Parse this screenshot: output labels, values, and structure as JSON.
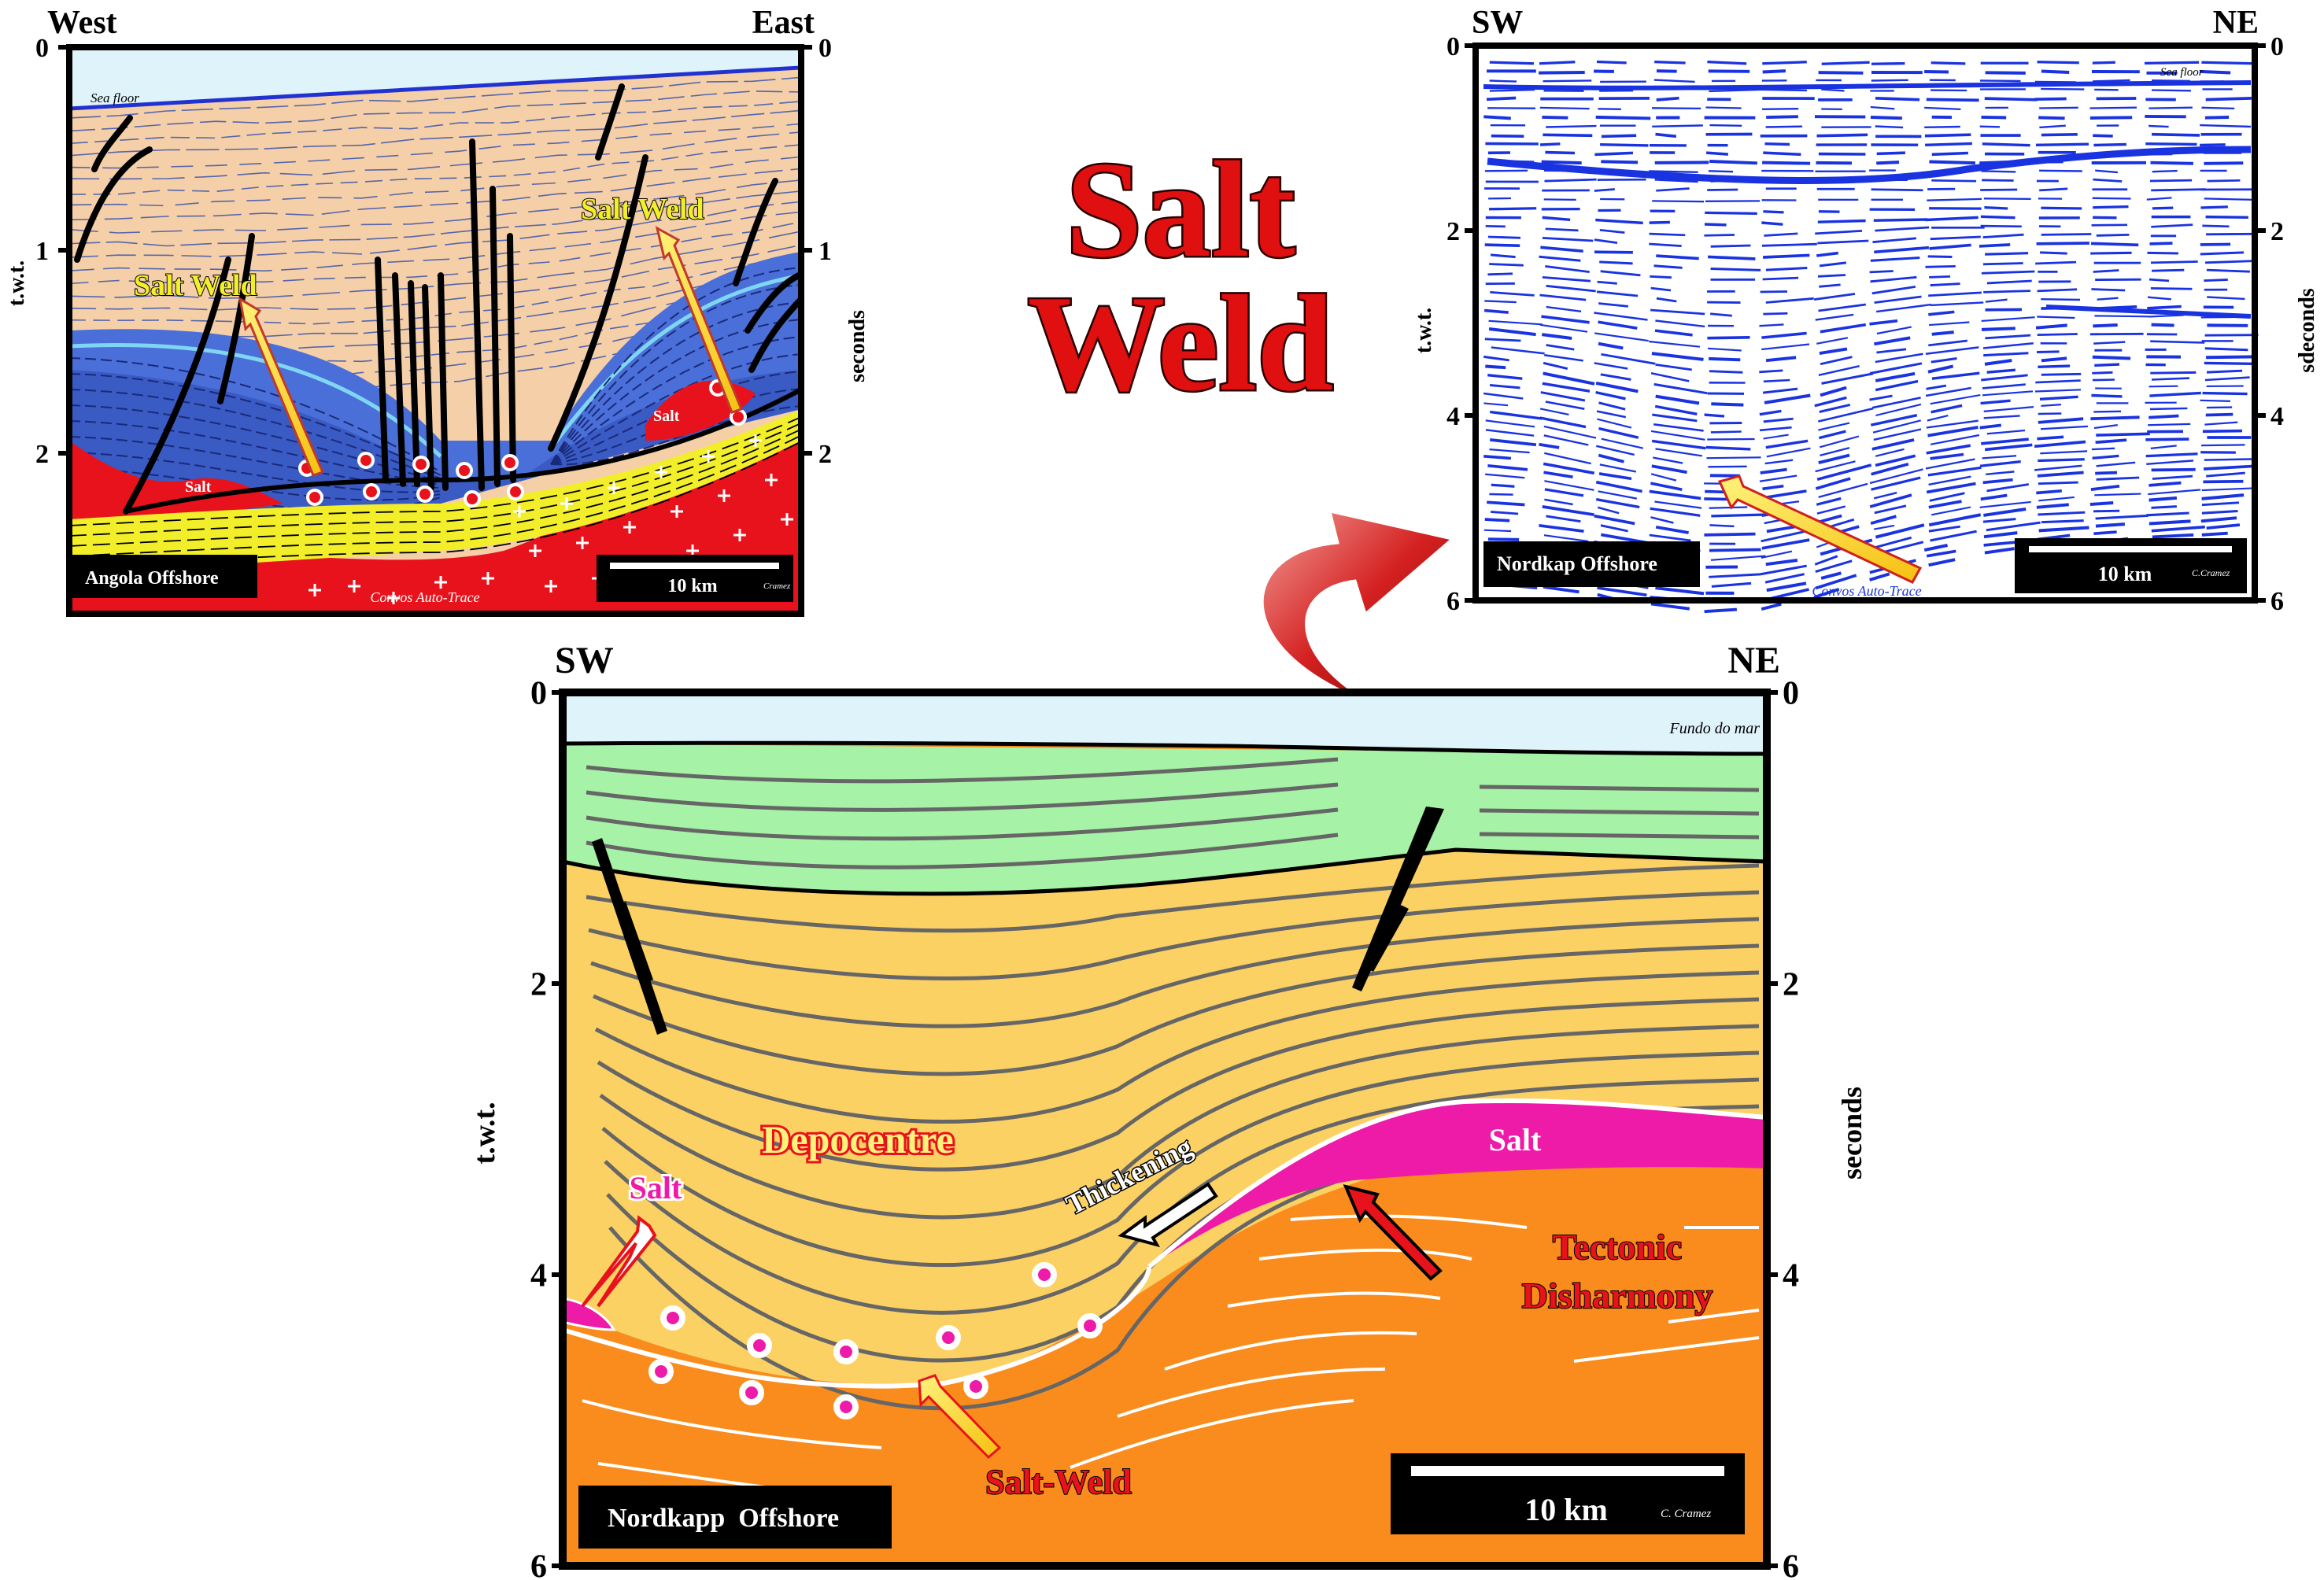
{
  "title": {
    "line1": "Salt",
    "line2": "Weld"
  },
  "panel_angola": {
    "dir_left": "West",
    "dir_right": "East",
    "axis_left_label": "t.w.t.",
    "axis_right_label": "seconds",
    "ticks": [
      "0",
      "1",
      "2"
    ],
    "sea_floor": "Sea floor",
    "weld_label_left": "Salt Weld",
    "weld_label_right": "Salt Weld",
    "salt_label_left": "Salt",
    "salt_label_right": "Salt",
    "location": "Angola Offshore",
    "scale": "10 km",
    "credit": "Cramez",
    "trace_credit": "Convos Auto-Trace"
  },
  "panel_nordkap_seismic": {
    "dir_left": "SW",
    "dir_right": "NE",
    "axis_left_label": "t.w.t.",
    "axis_right_label": "sdeconds",
    "ticks": [
      "0",
      "2",
      "4",
      "6"
    ],
    "sea_floor": "Sea floor",
    "location": "Nordkap Offshore",
    "scale": "10 km",
    "credit": "C.Cramez",
    "trace_credit": "Convos Auto-Trace"
  },
  "panel_nordkapp_interp": {
    "dir_left": "SW",
    "dir_right": "NE",
    "axis_left_label": "t.w.t.",
    "axis_right_label": "seconds",
    "ticks": [
      "0",
      "2",
      "4",
      "6"
    ],
    "sea_floor": "Fundo do mar",
    "depocentre": "Depocentre",
    "thickening": "Thickening",
    "salt_right": "Salt",
    "salt_left": "Salt",
    "tectonic_1": "Tectonic",
    "tectonic_2": "Disharmony",
    "salt_weld": "Salt-Weld",
    "location": "Nordkapp  Offshore",
    "scale": "10 km",
    "credit": "C. Cramez"
  },
  "colors": {
    "title_red": "#e01010",
    "salt_red": "#e8121c",
    "salt_magenta": "#ee1aa8",
    "weld_yellow": "#f2ee2a",
    "overburden_tan": "#f5cfa8",
    "blue_layers": "#4a6fd8",
    "green_layer": "#a6f2a6",
    "yellow_layer": "#fbd164",
    "orange_layer": "#f98c1c",
    "seismic_blue": "#1a33e0"
  },
  "icons": [
    "curved-arrow-icon",
    "lightning-arrow-icon"
  ]
}
